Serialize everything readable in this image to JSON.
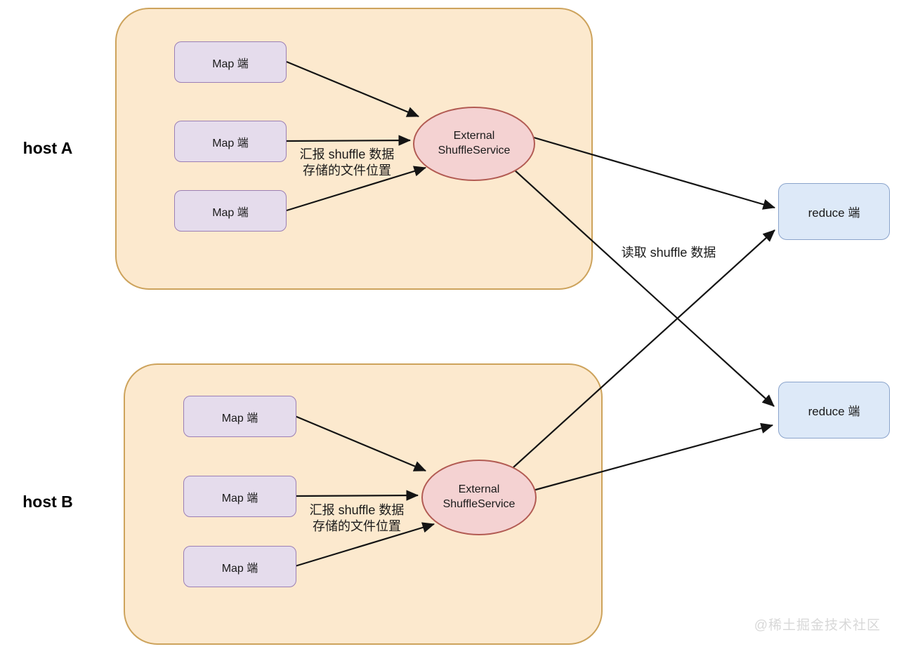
{
  "diagram": {
    "hosts": [
      {
        "label": "host A",
        "maps": [
          "Map 端",
          "Map 端",
          "Map 端"
        ],
        "service": {
          "line1": "External",
          "line2": "ShuffleService"
        },
        "report_label": {
          "line1": "汇报 shuffle 数据",
          "line2": "存储的文件位置"
        }
      },
      {
        "label": "host B",
        "maps": [
          "Map 端",
          "Map 端",
          "Map 端"
        ],
        "service": {
          "line1": "External",
          "line2": "ShuffleService"
        },
        "report_label": {
          "line1": "汇报 shuffle 数据",
          "line2": "存储的文件位置"
        }
      }
    ],
    "reduce_nodes": [
      {
        "label": "reduce 端"
      },
      {
        "label": "reduce 端"
      }
    ],
    "read_label": "读取 shuffle 数据",
    "watermark": "@稀土掘金技术社区"
  },
  "colors": {
    "host_fill": "#fce9ce",
    "host_stroke": "#cda35c",
    "map_fill": "#e5dcec",
    "map_stroke": "#9b7fb5",
    "service_fill": "#f4d2d2",
    "service_stroke": "#b25b53",
    "reduce_fill": "#dde9f8",
    "reduce_stroke": "#8aa3cb",
    "arrow": "#141414",
    "text": "#1a1a1a",
    "watermark": "#d8d8d8"
  }
}
